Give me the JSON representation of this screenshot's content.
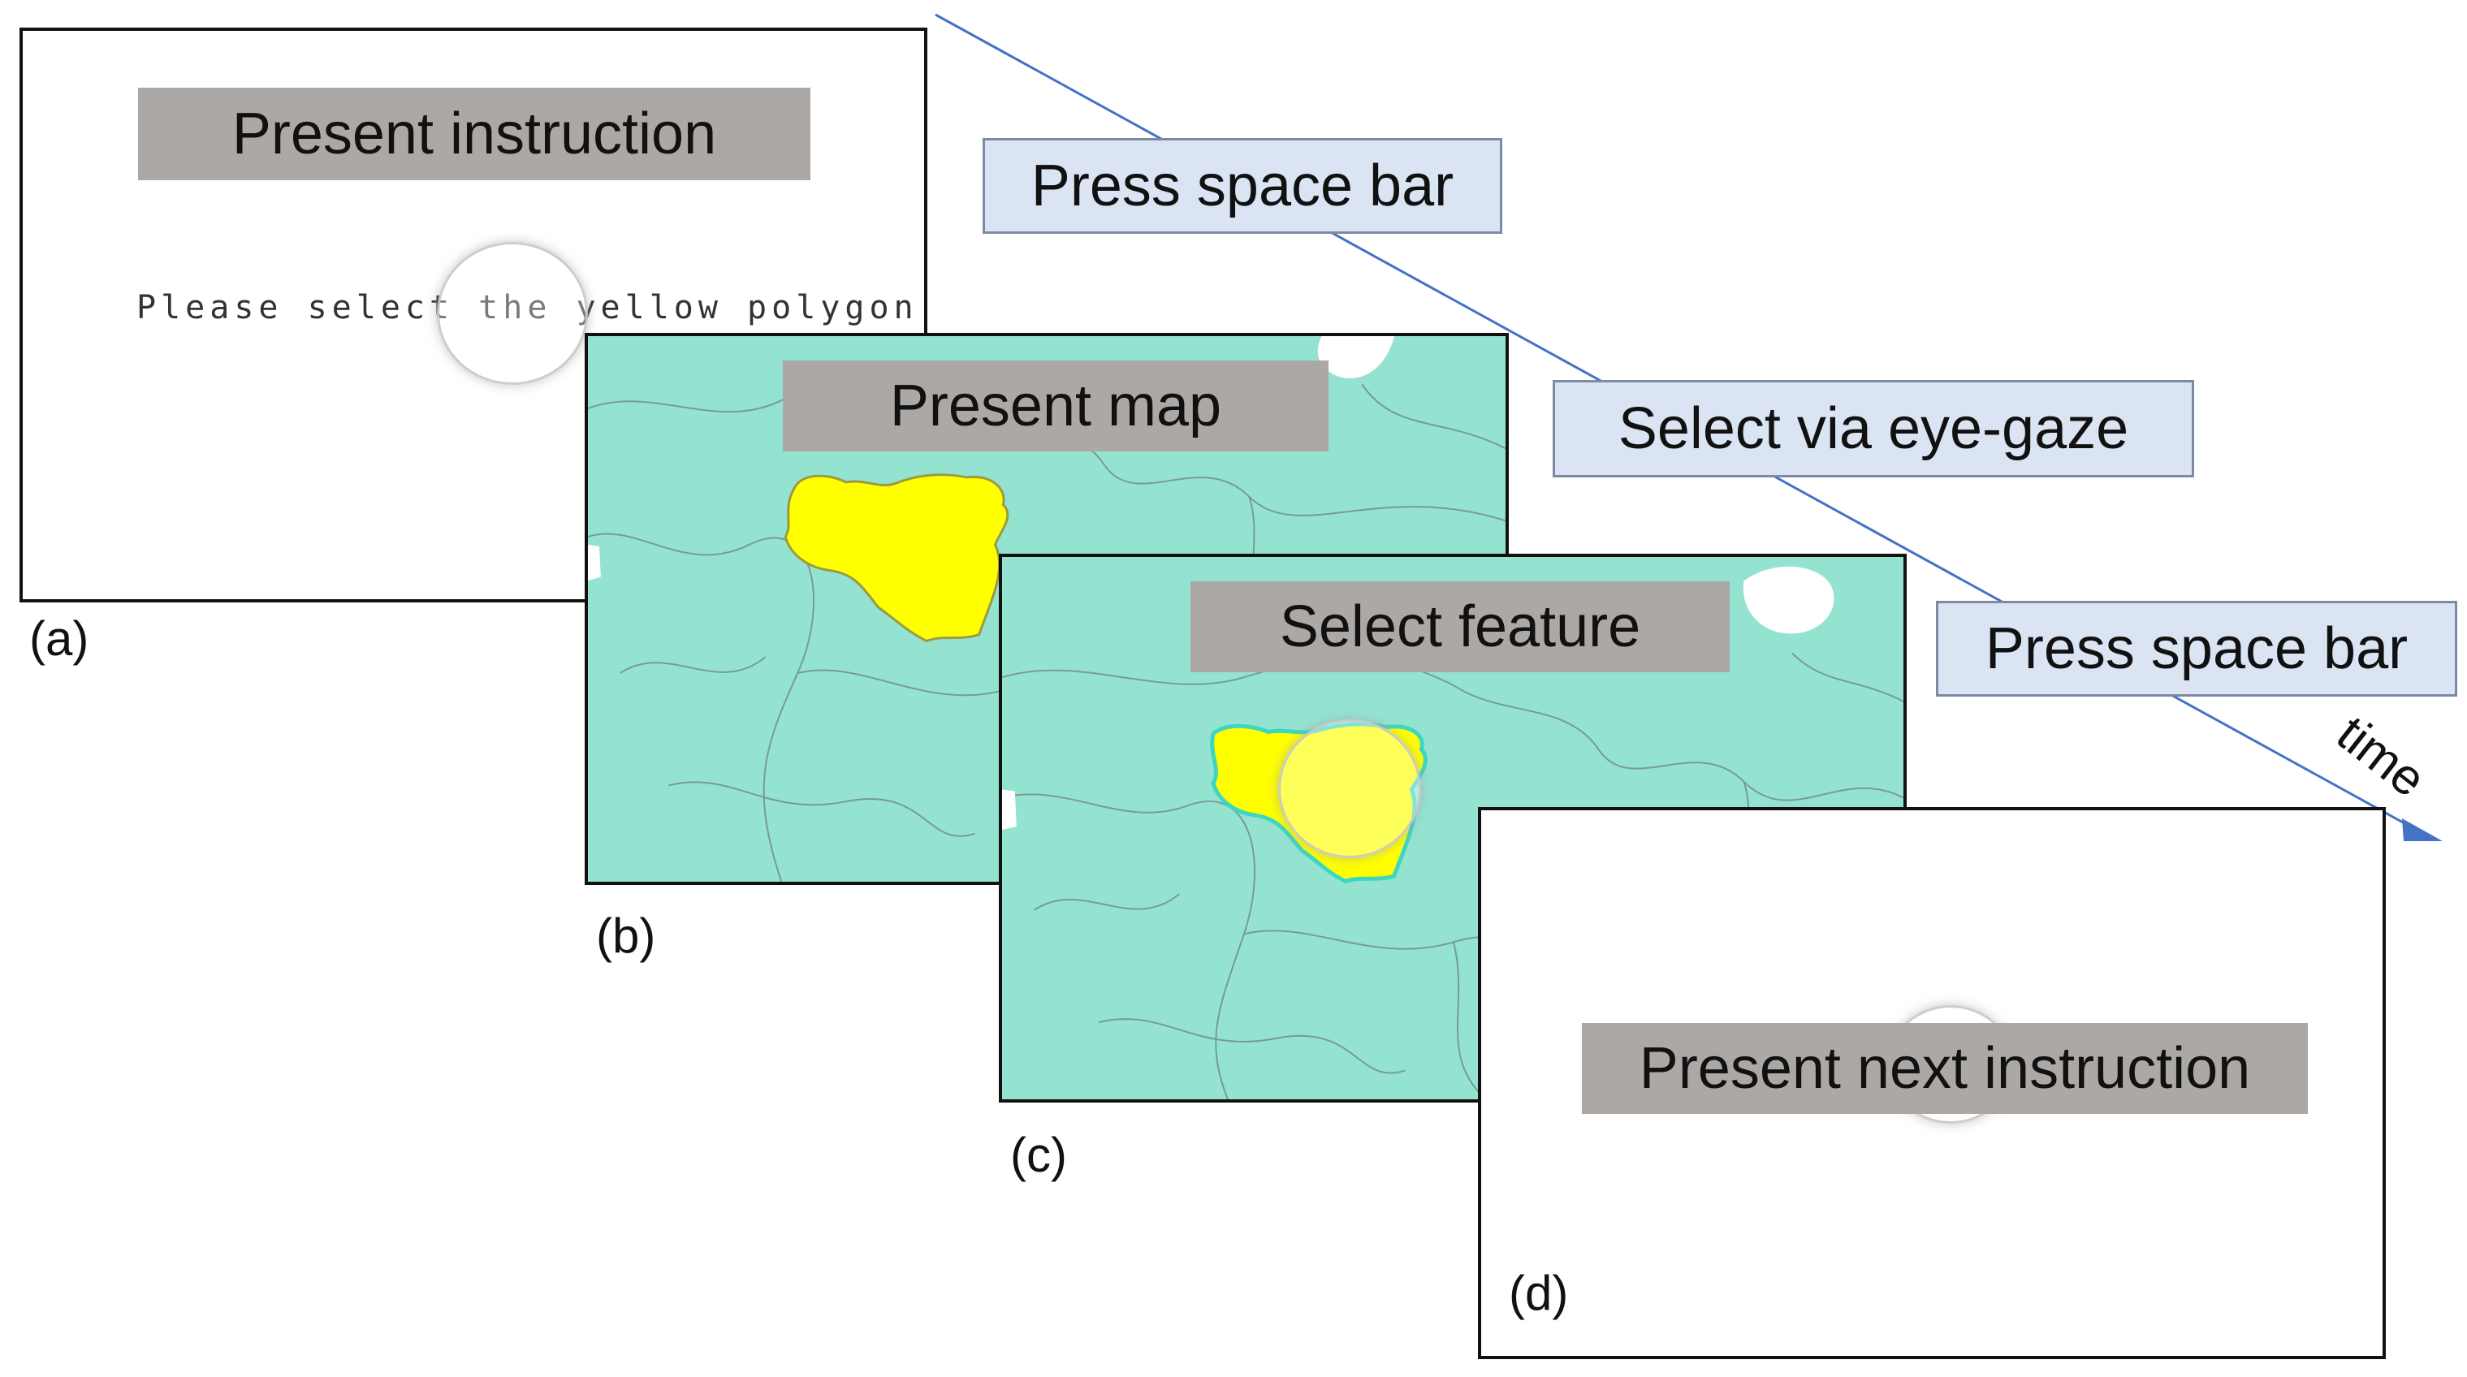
{
  "panels": {
    "a": {
      "title": "Present instruction",
      "text": "Please select the yellow polygon",
      "caption": "(a)"
    },
    "b": {
      "title": "Present map",
      "caption": "(b)"
    },
    "c": {
      "title": "Select feature",
      "caption": "(c)"
    },
    "d": {
      "title": "Present next instruction",
      "caption": "(d)"
    }
  },
  "steps": [
    {
      "label": "Press space bar"
    },
    {
      "label": "Select via eye-gaze"
    },
    {
      "label": "Press space bar"
    }
  ],
  "timeline": {
    "label": "time",
    "color": "#4472c4"
  },
  "colors": {
    "map_fill": "#94e3d0",
    "highlight": "#ffff00",
    "label_gray": "#aca8a5",
    "step_fill": "#dbe4f3"
  }
}
